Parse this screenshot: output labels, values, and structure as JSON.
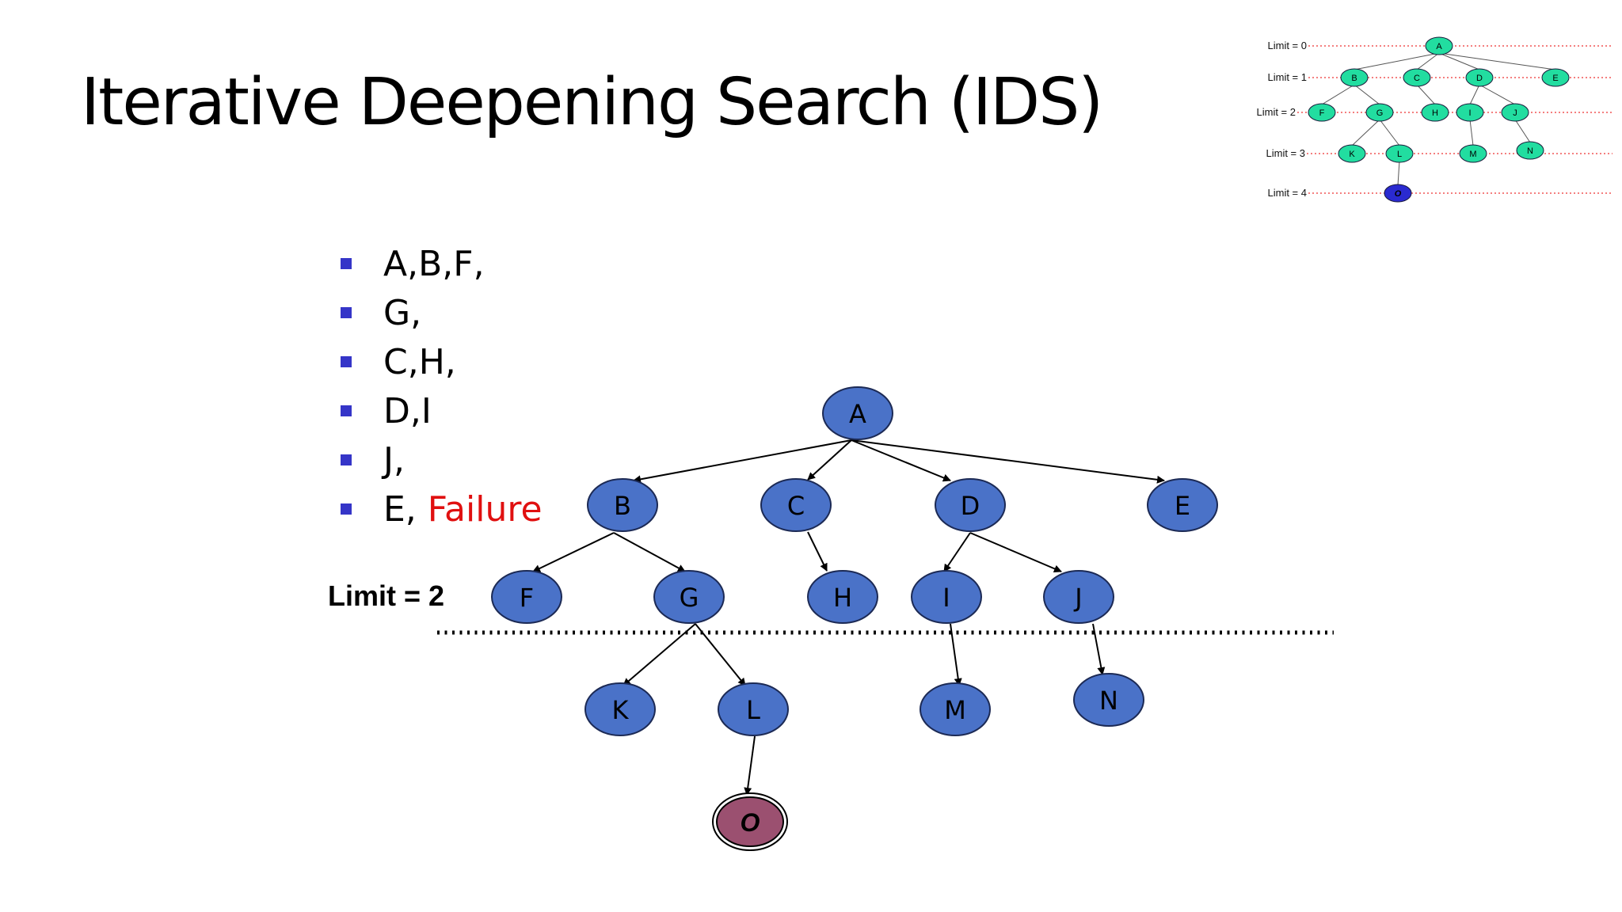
{
  "title": "Iterative Deepening Search (IDS)",
  "bullets": [
    {
      "text": "A,B,F,"
    },
    {
      "text": "G,"
    },
    {
      "text": "C,H,"
    },
    {
      "text": "D,I"
    },
    {
      "text": "J,"
    },
    {
      "text": "E, ",
      "highlight": "Failure"
    }
  ],
  "limit_label": "Limit = 2",
  "colors": {
    "node_fill": "#4a72c8",
    "node_stroke": "#1c2a55",
    "goal_fill": "#9b5070",
    "bullet_marker": "#3535c8",
    "failure_text": "#e01010",
    "mini_node_fill": "#22dda0",
    "mini_goal_fill": "#2a2ad0",
    "mini_limit_line": "#ee3333"
  },
  "tree": {
    "nodes": [
      "A",
      "B",
      "C",
      "D",
      "E",
      "F",
      "G",
      "H",
      "I",
      "J",
      "K",
      "L",
      "M",
      "N",
      "O"
    ],
    "edges": [
      [
        "A",
        "B"
      ],
      [
        "A",
        "C"
      ],
      [
        "A",
        "D"
      ],
      [
        "A",
        "E"
      ],
      [
        "B",
        "F"
      ],
      [
        "B",
        "G"
      ],
      [
        "C",
        "H"
      ],
      [
        "D",
        "I"
      ],
      [
        "D",
        "J"
      ],
      [
        "G",
        "K"
      ],
      [
        "G",
        "L"
      ],
      [
        "I",
        "M"
      ],
      [
        "J",
        "N"
      ],
      [
        "L",
        "O"
      ]
    ],
    "goal": "O"
  },
  "mini_tree": {
    "limit_labels": [
      "Limit = 0",
      "Limit = 1",
      "Limit = 2",
      "Limit = 3",
      "Limit = 4"
    ],
    "nodes": [
      "A",
      "B",
      "C",
      "D",
      "E",
      "F",
      "G",
      "H",
      "I",
      "J",
      "K",
      "L",
      "M",
      "N",
      "O"
    ],
    "goal": "O"
  }
}
